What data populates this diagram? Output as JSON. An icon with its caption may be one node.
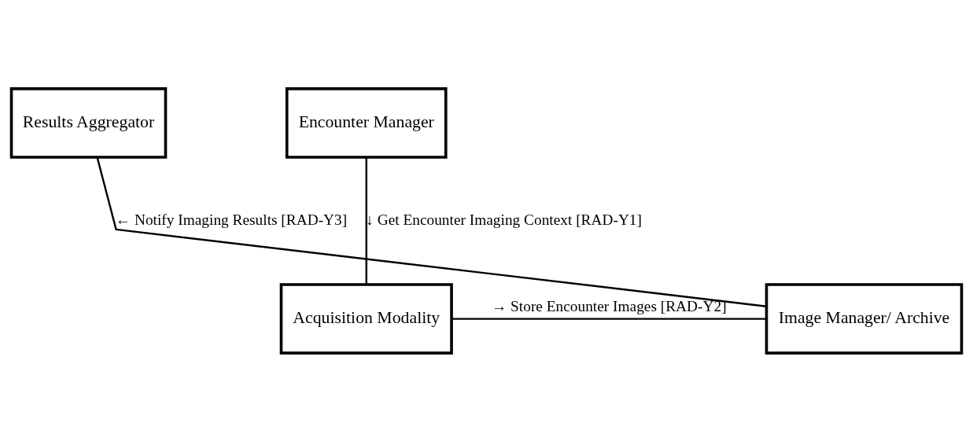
{
  "diagram": {
    "nodes": [
      {
        "text": [
          "Results Aggregator"
        ]
      },
      {
        "text": [
          "Encounter Manager"
        ]
      },
      {
        "text": [
          "Acquisition Modality"
        ]
      },
      {
        "text": [
          "Image Manager/ Archive"
        ]
      }
    ],
    "edges": [
      {
        "from": 1,
        "to": 2,
        "arrow": "none",
        "label": "↓ Get Encounter Imaging Context [RAD-Y1]"
      },
      {
        "from": 2,
        "to": 3,
        "arrow": "none",
        "label": "→ Store Encounter Images [RAD-Y2]"
      },
      {
        "from": 3,
        "to": 0,
        "arrow": "none",
        "label": "← Notify Imaging Results [RAD-Y3]"
      }
    ]
  }
}
